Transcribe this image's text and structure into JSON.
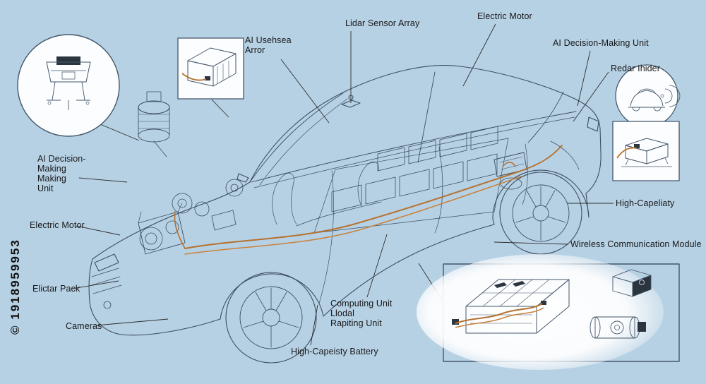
{
  "watermark": "© 1918959953",
  "colors": {
    "background": "#b7d1e4",
    "line": "#3d4e61",
    "cable": "#b5712f",
    "cable_light": "#c8823c",
    "label_text": "#17181a",
    "inset_fill": "#fbfdfe",
    "dark_part": "#2b3540"
  },
  "labels": {
    "top": {
      "sensor_array": {
        "lines": [
          "AI Usehsea",
          "Arror"
        ]
      },
      "lidar": "Lidar Sensor Array",
      "electric_motor": "Electric Motor"
    },
    "right": {
      "ai_unit": "AI Decision-Making Unit",
      "radar": "Redar Ihider",
      "high_capacity": "High-Capeliaty",
      "wireless": "Wireless Communication Module"
    },
    "left": {
      "ai_unit": {
        "lines": [
          "AI Decision-",
          "Making",
          "Making",
          "Unit"
        ]
      },
      "electric_motor": "Electric Motor",
      "battery_pack": "Elictar Pack",
      "cameras": "Cameras"
    },
    "bottom": {
      "computing": {
        "lines": [
          "Computing Unit",
          "Llodal",
          "Rapiting Unit"
        ]
      },
      "battery": "High-Capeisty Battery"
    }
  }
}
